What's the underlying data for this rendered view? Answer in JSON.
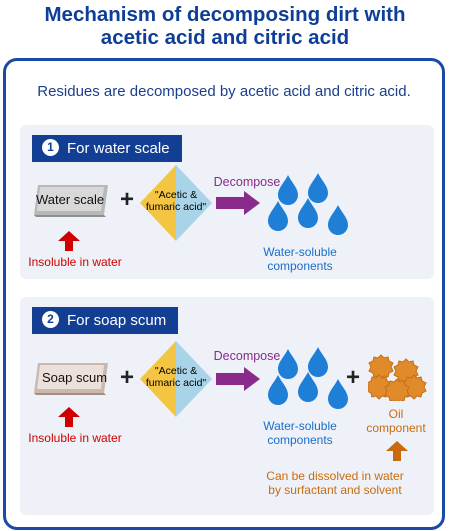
{
  "title": {
    "line1": "Mechanism of decomposing dirt with",
    "line2": "acetic acid and citric acid"
  },
  "intro": "Residues are decomposed by acetic acid and citric acid.",
  "sections": [
    {
      "number": "1",
      "heading": "For water scale",
      "dirt": "Water scale",
      "dirt_note": "Insoluble in water",
      "reagent": "\"Acetic &\nfumaric acid\"",
      "action": "Decompose",
      "result": "Water-soluble\ncomponents"
    },
    {
      "number": "2",
      "heading": "For soap scum",
      "dirt": "Soap scum",
      "dirt_note": "Insoluble in water",
      "reagent": "\"Acetic &\nfumaric acid\"",
      "action": "Decompose",
      "result": "Water-soluble\ncomponents",
      "extra": "Oil\ncomponent",
      "extra_note": "Can be dissolved in water\nby surfactant and solvent"
    }
  ],
  "colors": {
    "title": "#0f3e96",
    "frame": "#1a4aa6",
    "header": "#123e94",
    "red_arrow": "#d10000",
    "water_drop": "#1f7fd6",
    "decompose_arrow": "#8a2a8a",
    "diamond_left": "#f4c542",
    "diamond_right": "#a9d4e8",
    "oil": "#e08a2a"
  }
}
